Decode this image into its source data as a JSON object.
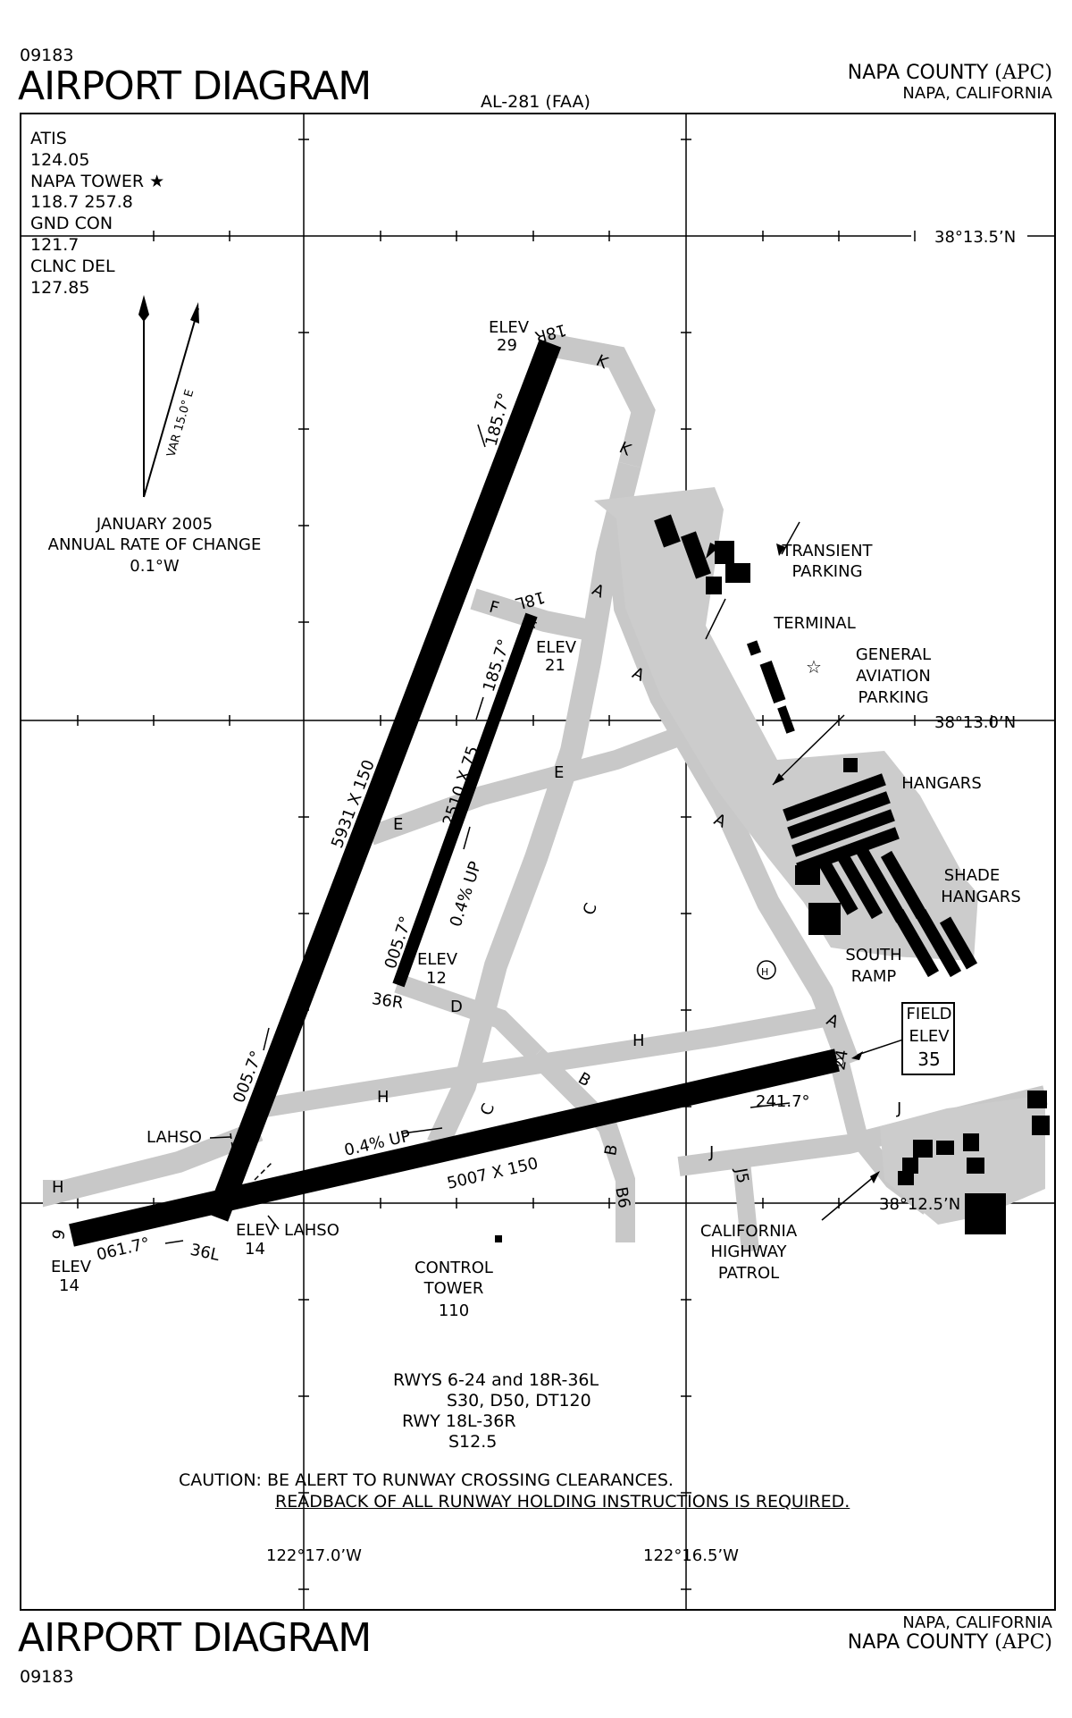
{
  "header": {
    "chart_code": "09183",
    "title": "AIRPORT DIAGRAM",
    "procedure_id": "AL-281 (FAA)",
    "airport_name": "NAPA COUNTY",
    "airport_id": "(APC)",
    "location": "NAPA, CALIFORNIA"
  },
  "footer": {
    "title": "AIRPORT DIAGRAM",
    "chart_code": "09183",
    "location": "NAPA, CALIFORNIA",
    "airport_name": "NAPA COUNTY",
    "airport_id": "(APC)"
  },
  "frequencies": [
    "ATIS",
    "124.05",
    "NAPA TOWER ★",
    "118.7 257.8",
    "GND CON",
    "121.7",
    "CLNC DEL",
    "127.85"
  ],
  "magnetic_variation": {
    "var_label": "VAR 15.0° E",
    "lines": [
      "JANUARY 2005",
      "ANNUAL RATE OF CHANGE",
      "0.1°W"
    ]
  },
  "latitudes": [
    "38°13.5’N",
    "38°13.0’N",
    "38°12.5’N"
  ],
  "longitudes": [
    "122°17.0’W",
    "122°16.5’W"
  ],
  "runways": {
    "rwy_18R": "18R",
    "rwy_36L": "36L",
    "rwy_18L": "18L",
    "rwy_36R": "36R",
    "rwy_6": "6",
    "rwy_24": "24",
    "elev_18R": [
      "ELEV",
      "29"
    ],
    "elev_18L": [
      "ELEV",
      "21"
    ],
    "elev_36R": [
      "ELEV",
      "12"
    ],
    "elev_36L": [
      "ELEV",
      "14"
    ],
    "elev_6": [
      "ELEV",
      "14"
    ],
    "hdg_18R": "185.7°",
    "hdg_18L": "185.7°",
    "hdg_36R": "005.7°",
    "hdg_36L": "005.7°",
    "hdg_6": "061.7°",
    "hdg_24": "241.7°",
    "dim_18R_36L": "5931 X 150",
    "dim_18L_36R": "2510 X 75",
    "dim_6_24": "5007 X 150",
    "slope_18L": "0.4% UP",
    "slope_6": "0.4% UP"
  },
  "taxiways": {
    "K": "K",
    "A": "A",
    "F": "F",
    "E": "E",
    "C": "C",
    "D": "D",
    "H": "H",
    "B": "B",
    "J": "J",
    "B6": "B6",
    "J5": "J5"
  },
  "labels": {
    "transient_parking": [
      "TRANSIENT",
      "PARKING"
    ],
    "terminal": "TERMINAL",
    "ga_parking": [
      "GENERAL",
      "AVIATION",
      "PARKING"
    ],
    "hangars": "HANGARS",
    "shade_hangars": [
      "SHADE",
      "HANGARS"
    ],
    "south_ramp": [
      "SOUTH",
      "RAMP"
    ],
    "helipad": "H",
    "field_elev": [
      "FIELD",
      "ELEV",
      "35"
    ],
    "lahso": "LAHSO",
    "control_tower": [
      "CONTROL",
      "TOWER",
      "110"
    ],
    "chp": [
      "CALIFORNIA",
      "HIGHWAY",
      "PATROL"
    ]
  },
  "strength": [
    "RWYS 6-24 and 18R-36L",
    "S30, D50, DT120",
    "RWY  18L-36R",
    "S12.5"
  ],
  "caution": {
    "line1": "CAUTION: BE ALERT TO RUNWAY CROSSING CLEARANCES.",
    "line2": "READBACK OF ALL RUNWAY HOLDING INSTRUCTIONS IS REQUIRED."
  },
  "colors": {
    "runway": "#000000",
    "taxiway": "#c8c8c8",
    "ramp": "#cccccc"
  }
}
